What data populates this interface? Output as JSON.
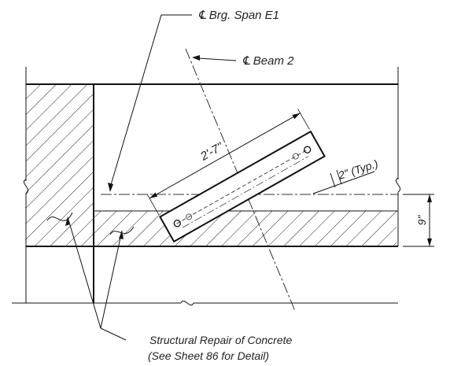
{
  "labels": {
    "brg_span": "℄ Brg. Span E1",
    "beam": "℄ Beam 2",
    "length": "2'-7\"",
    "edge_dist": "2\" (Typ.)",
    "depth": "9\"",
    "note_line1": "Structural Repair of Concrete",
    "note_line2": "(See Sheet 86 for Detail)"
  }
}
